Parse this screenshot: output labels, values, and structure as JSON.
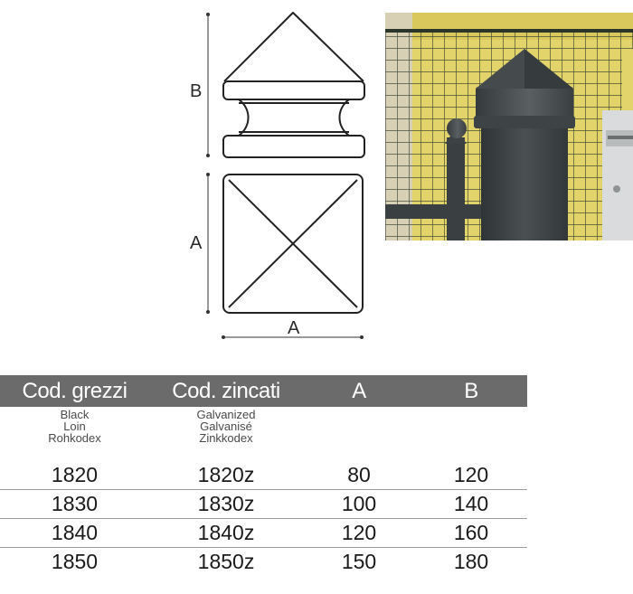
{
  "drawing": {
    "label_b": "B",
    "label_a_side": "A",
    "label_a_bottom": "A"
  },
  "photo": {
    "description_icon": "post-cap-photo"
  },
  "table": {
    "headers": {
      "col1": "Cod. grezzi",
      "col2": "Cod. zincati",
      "col3": "A",
      "col4": "B"
    },
    "subheaders": {
      "col1": [
        "Black",
        "Loin",
        "Rohkodex"
      ],
      "col2": [
        "Galvanized",
        "Galvanisé",
        "Zinkkodex"
      ]
    },
    "rows": [
      {
        "grezzi": "1820",
        "zincati": "1820z",
        "a": "80",
        "b": "120"
      },
      {
        "grezzi": "1830",
        "zincati": "1830z",
        "a": "100",
        "b": "140"
      },
      {
        "grezzi": "1840",
        "zincati": "1840z",
        "a": "120",
        "b": "160"
      },
      {
        "grezzi": "1850",
        "zincati": "1850z",
        "a": "150",
        "b": "180"
      }
    ]
  },
  "colors": {
    "header_bg": "#6b6b6b",
    "wall_yellow": "#e4d46a",
    "post_gray": "#3f4446"
  }
}
